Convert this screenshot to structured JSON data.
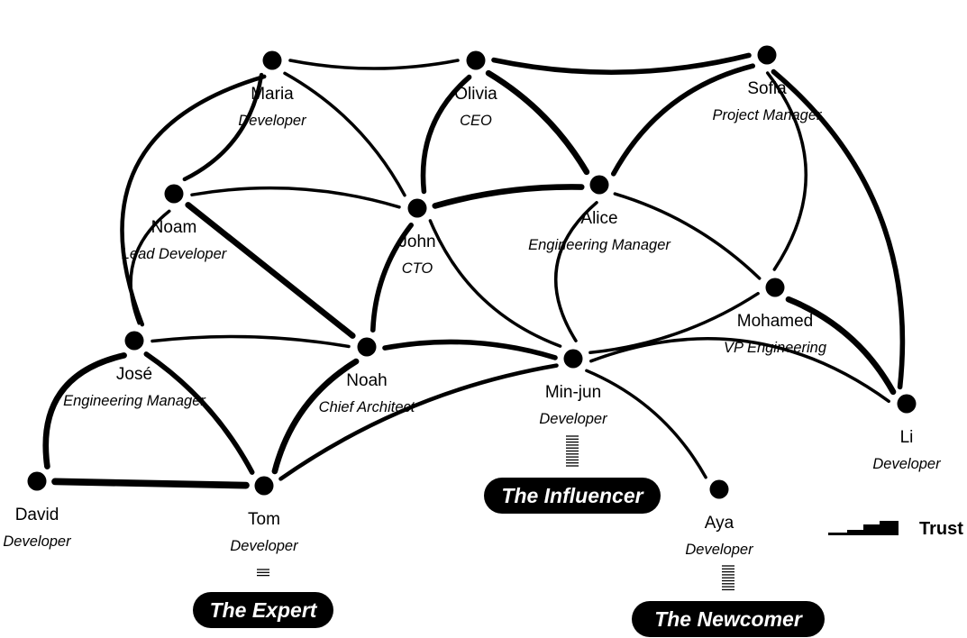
{
  "legend": {
    "label": "Trust"
  },
  "colors": {
    "ink": "#000000",
    "badge_text": "#ffffff"
  },
  "people": [
    {
      "id": "maria",
      "name": "Maria",
      "role": "Developer"
    },
    {
      "id": "olivia",
      "name": "Olivia",
      "role": "CEO"
    },
    {
      "id": "sofia",
      "name": "Sofia",
      "role": "Project Manager"
    },
    {
      "id": "noam",
      "name": "Noam",
      "role": "Lead Developer"
    },
    {
      "id": "john",
      "name": "John",
      "role": "CTO"
    },
    {
      "id": "alice",
      "name": "Alice",
      "role": "Engineering Manager"
    },
    {
      "id": "mohamed",
      "name": "Mohamed",
      "role": "VP Engineering"
    },
    {
      "id": "jose",
      "name": "José",
      "role": "Engineering Manager"
    },
    {
      "id": "noah",
      "name": "Noah",
      "role": "Chief Architect"
    },
    {
      "id": "minjun",
      "name": "Min-jun",
      "role": "Developer"
    },
    {
      "id": "li",
      "name": "Li",
      "role": "Developer"
    },
    {
      "id": "david",
      "name": "David",
      "role": "Developer"
    },
    {
      "id": "tom",
      "name": "Tom",
      "role": "Developer"
    },
    {
      "id": "aya",
      "name": "Aya",
      "role": "Developer"
    }
  ],
  "badges": [
    {
      "id": "expert",
      "label": "The Expert",
      "person": "tom"
    },
    {
      "id": "influencer",
      "label": "The Influencer",
      "person": "minjun"
    },
    {
      "id": "newcomer",
      "label": "The Newcomer",
      "person": "aya"
    }
  ],
  "connections": [
    {
      "from": "jose",
      "to": "maria",
      "trust": 3
    },
    {
      "from": "maria",
      "to": "olivia",
      "trust": 2
    },
    {
      "from": "olivia",
      "to": "sofia",
      "trust": 4
    },
    {
      "from": "maria",
      "to": "noam",
      "trust": 3
    },
    {
      "from": "maria",
      "to": "john",
      "trust": 2
    },
    {
      "from": "olivia",
      "to": "john",
      "trust": 4
    },
    {
      "from": "olivia",
      "to": "alice",
      "trust": 5
    },
    {
      "from": "sofia",
      "to": "alice",
      "trust": 4
    },
    {
      "from": "sofia",
      "to": "mohamed",
      "trust": 2
    },
    {
      "from": "sofia",
      "to": "li",
      "trust": 4
    },
    {
      "from": "noam",
      "to": "john",
      "trust": 2
    },
    {
      "from": "noam",
      "to": "noah",
      "trust": 5
    },
    {
      "from": "noam",
      "to": "jose",
      "trust": 2
    },
    {
      "from": "john",
      "to": "alice",
      "trust": 5
    },
    {
      "from": "john",
      "to": "noah",
      "trust": 4
    },
    {
      "from": "john",
      "to": "minjun",
      "trust": 2
    },
    {
      "from": "alice",
      "to": "mohamed",
      "trust": 2
    },
    {
      "from": "alice",
      "to": "minjun",
      "trust": 2
    },
    {
      "from": "mohamed",
      "to": "minjun",
      "trust": 2
    },
    {
      "from": "mohamed",
      "to": "li",
      "trust": 5
    },
    {
      "from": "jose",
      "to": "noah",
      "trust": 2
    },
    {
      "from": "jose",
      "to": "tom",
      "trust": 4
    },
    {
      "from": "jose",
      "to": "david",
      "trust": 5
    },
    {
      "from": "noah",
      "to": "tom",
      "trust": 5
    },
    {
      "from": "noah",
      "to": "minjun",
      "trust": 4
    },
    {
      "from": "minjun",
      "to": "li",
      "trust": 2
    },
    {
      "from": "minjun",
      "to": "aya",
      "trust": 2
    },
    {
      "from": "minjun",
      "to": "tom",
      "trust": 3
    },
    {
      "from": "david",
      "to": "tom",
      "trust": 6
    }
  ]
}
